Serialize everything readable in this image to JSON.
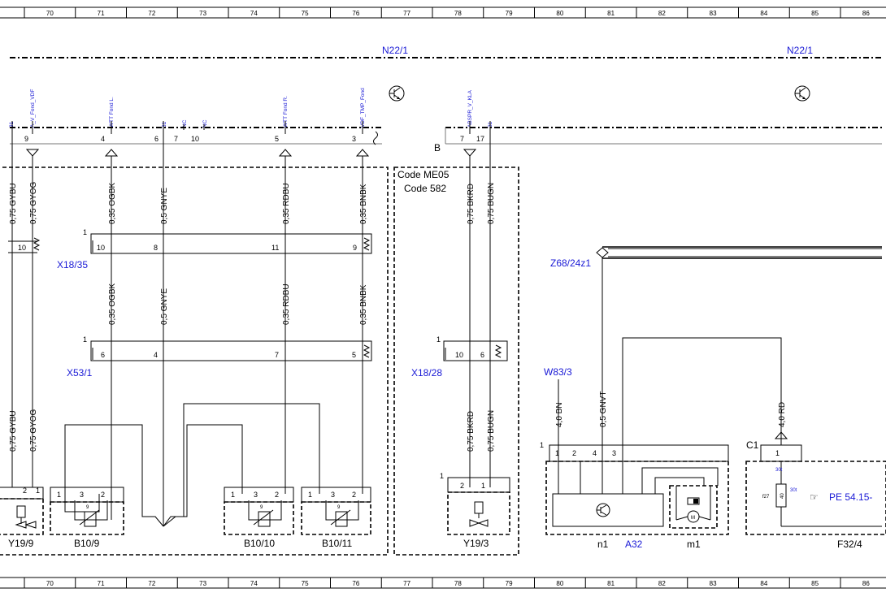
{
  "ruler": {
    "columns": [
      "70",
      "71",
      "72",
      "73",
      "74",
      "75",
      "76",
      "77",
      "78",
      "79",
      "80",
      "81",
      "82",
      "83",
      "84",
      "85",
      "86"
    ]
  },
  "modules": {
    "n22_left": "N22/1",
    "n22_right": "N22/1",
    "connector_b": "B"
  },
  "signals": {
    "s31_a": "31",
    "a_v_fond_vdf": "A_V_Fond_VDF",
    "wtt_fond_l": "WTT Fond L.",
    "s31_b": "31",
    "nc_a": "NC",
    "nc_b": "NC",
    "wtt_fond_r": "WTT Fond R.",
    "vdf_tmp_fond": "VDF_TMP_Fond",
    "abspr_v_kla": "ABSPR_V_KLA",
    "s31_c": "31"
  },
  "pins_top": {
    "p9": "9",
    "p4": "4",
    "p6": "6",
    "p7": "7",
    "p10": "10",
    "p5": "5",
    "p3": "3",
    "p7b": "7",
    "p17": "17"
  },
  "wires_upper": {
    "gybu": "0,75 GYBU",
    "gyog": "0,75 GYOG",
    "ogbk": "0,35 OGBK",
    "gnye": "0,5 GNYE",
    "rdbu": "0,35 RDBU",
    "bnbk": "0,35 BNBK",
    "bkrd": "0,75 BKRD",
    "bugn": "0,75 BUGN"
  },
  "wires_mid": {
    "ogbk": "0,35 OGBK",
    "gnye": "0,5 GNYE",
    "rdbu": "0,35 RDBU",
    "bnbk": "0,35 BNBK"
  },
  "wires_lower": {
    "gybu": "0,75 GYBU",
    "gyog": "0,75 GYOG",
    "bkrd": "0,75 BKRD",
    "bugn": "0,75 BUGN",
    "bn": "4,0 BN",
    "gnvt": "0,5 GNVT",
    "rd": "4,0 RD"
  },
  "codes": {
    "me05": "Code ME05",
    "c582": "Code 582"
  },
  "connectors": {
    "x18_35": "X18/35",
    "x53_1": "X53/1",
    "x18_28": "X18/28",
    "z68": "Z68/24z1",
    "w83": "W83/3",
    "c1": "C1"
  },
  "conn_pins": {
    "x1835_one": "1",
    "x1835_10": "10",
    "x1835_8": "8",
    "x1835_11": "11",
    "x1835_9": "9",
    "x531_one": "1",
    "x531_6": "6",
    "x531_4": "4",
    "x531_7": "7",
    "x531_5": "5",
    "x1828_one": "1",
    "x1828_10": "10",
    "x1828_6": "6",
    "a32_one": "1",
    "a32_1": "1",
    "a32_2": "2",
    "a32_4": "4",
    "a32_3": "3",
    "f_one": "1"
  },
  "components": {
    "y19_9": "Y19/9",
    "b10_9": "B10/9",
    "b10_10": "B10/10",
    "b10_11": "B10/11",
    "y19_3": "Y19/3",
    "n1": "n1",
    "a32": "A32",
    "m1": "m1",
    "f32_4": "F32/4",
    "f27": "f27",
    "f_40": "40",
    "f_30t_a": "30t",
    "f_30t_b": "30t",
    "pe_ref": "PE 54.15-"
  },
  "comp_pins": {
    "y199_2": "2",
    "y199_1": "1",
    "b109_1": "1",
    "b109_3": "3",
    "b109_2": "2",
    "b109_9": "9",
    "b1010_1": "1",
    "b1010_3": "3",
    "b1010_2": "2",
    "b1010_9": "9",
    "b1011_1": "1",
    "b1011_3": "3",
    "b1011_2": "2",
    "b1011_9": "9",
    "y193_one": "1",
    "y193_2": "2",
    "y193_1": "1"
  }
}
